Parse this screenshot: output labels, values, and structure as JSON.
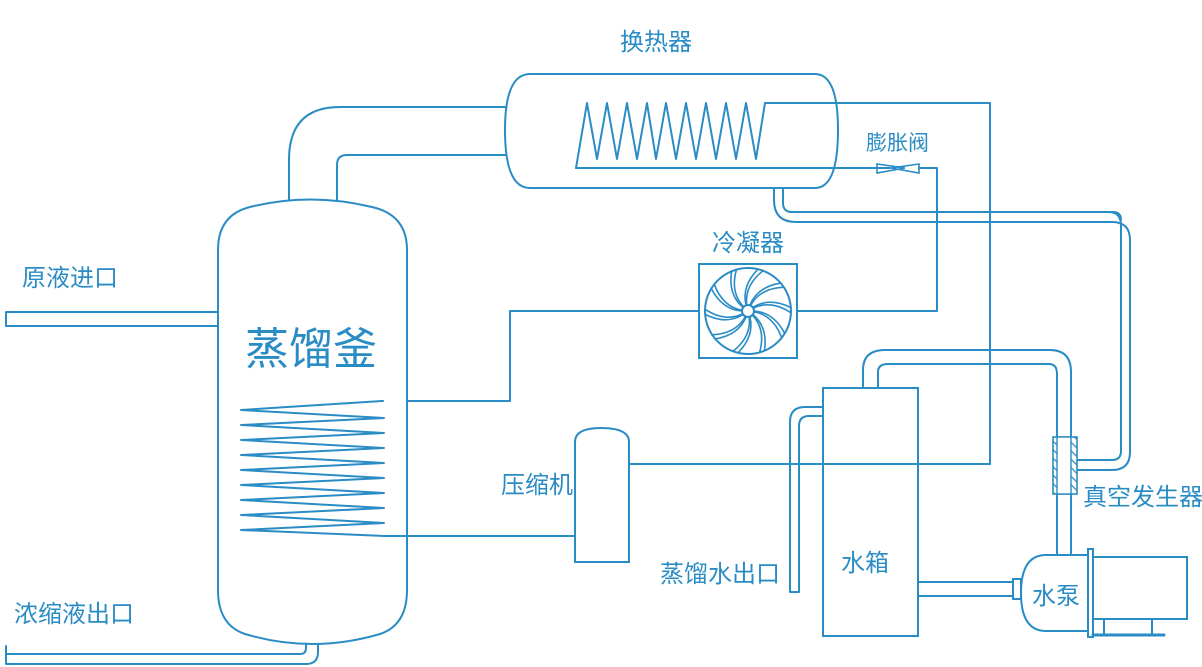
{
  "diagram": {
    "title": "Heat pump vacuum distillation system",
    "colors": {
      "line": "#2a8cc4",
      "background": "#ffffff"
    },
    "components": {
      "heat_exchanger": {
        "label": "换热器"
      },
      "expansion_valve": {
        "label": "膨胀阀"
      },
      "condenser": {
        "label": "冷凝器",
        "icon": "fan-icon"
      },
      "still": {
        "label": "蒸馏釜"
      },
      "compressor": {
        "label": "压缩机"
      },
      "water_tank": {
        "label": "水箱"
      },
      "water_pump": {
        "label": "水泵"
      },
      "vacuum_generator": {
        "label": "真空发生器"
      }
    },
    "ports": {
      "feed_inlet": {
        "label": "原液进口"
      },
      "concentrate_outlet": {
        "label": "浓缩液出口"
      },
      "distilled_water_outlet": {
        "label": "蒸馏水出口"
      }
    }
  }
}
